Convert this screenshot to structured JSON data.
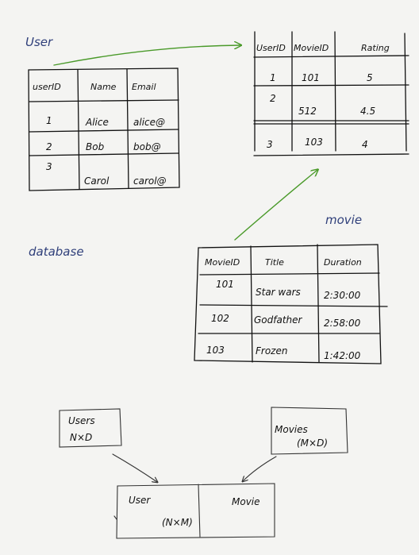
{
  "labels": {
    "user": "User",
    "movie": "movie",
    "database": "database"
  },
  "user_table": {
    "headers": [
      "userID",
      "Name",
      "Email"
    ],
    "rows": [
      [
        "1",
        "Alice",
        "alice@"
      ],
      [
        "2",
        "Bob",
        "bob@"
      ],
      [
        "3",
        "Carol",
        "carol@"
      ]
    ]
  },
  "ratings_table": {
    "headers": [
      "UserID",
      "MovieID",
      "Rating"
    ],
    "rows": [
      [
        "1",
        "101",
        "5"
      ],
      [
        "2",
        "512",
        "4.5"
      ],
      [
        "3",
        "103",
        "4"
      ]
    ]
  },
  "movie_table": {
    "headers": [
      "MovieID",
      "Title",
      "Duration"
    ],
    "rows": [
      [
        "101",
        "Star wars",
        "2:30:00"
      ],
      [
        "102",
        "Godfather",
        "2:58:00"
      ],
      [
        "103",
        "Frozen",
        "1:42:00"
      ]
    ]
  },
  "boxes": {
    "users": {
      "line1": "Users",
      "line2": "N×D"
    },
    "movies": {
      "line1": "Movies",
      "line2": "(M×D)"
    },
    "product": {
      "left": "User",
      "right": "Movie",
      "dims": "(N×M)"
    }
  }
}
